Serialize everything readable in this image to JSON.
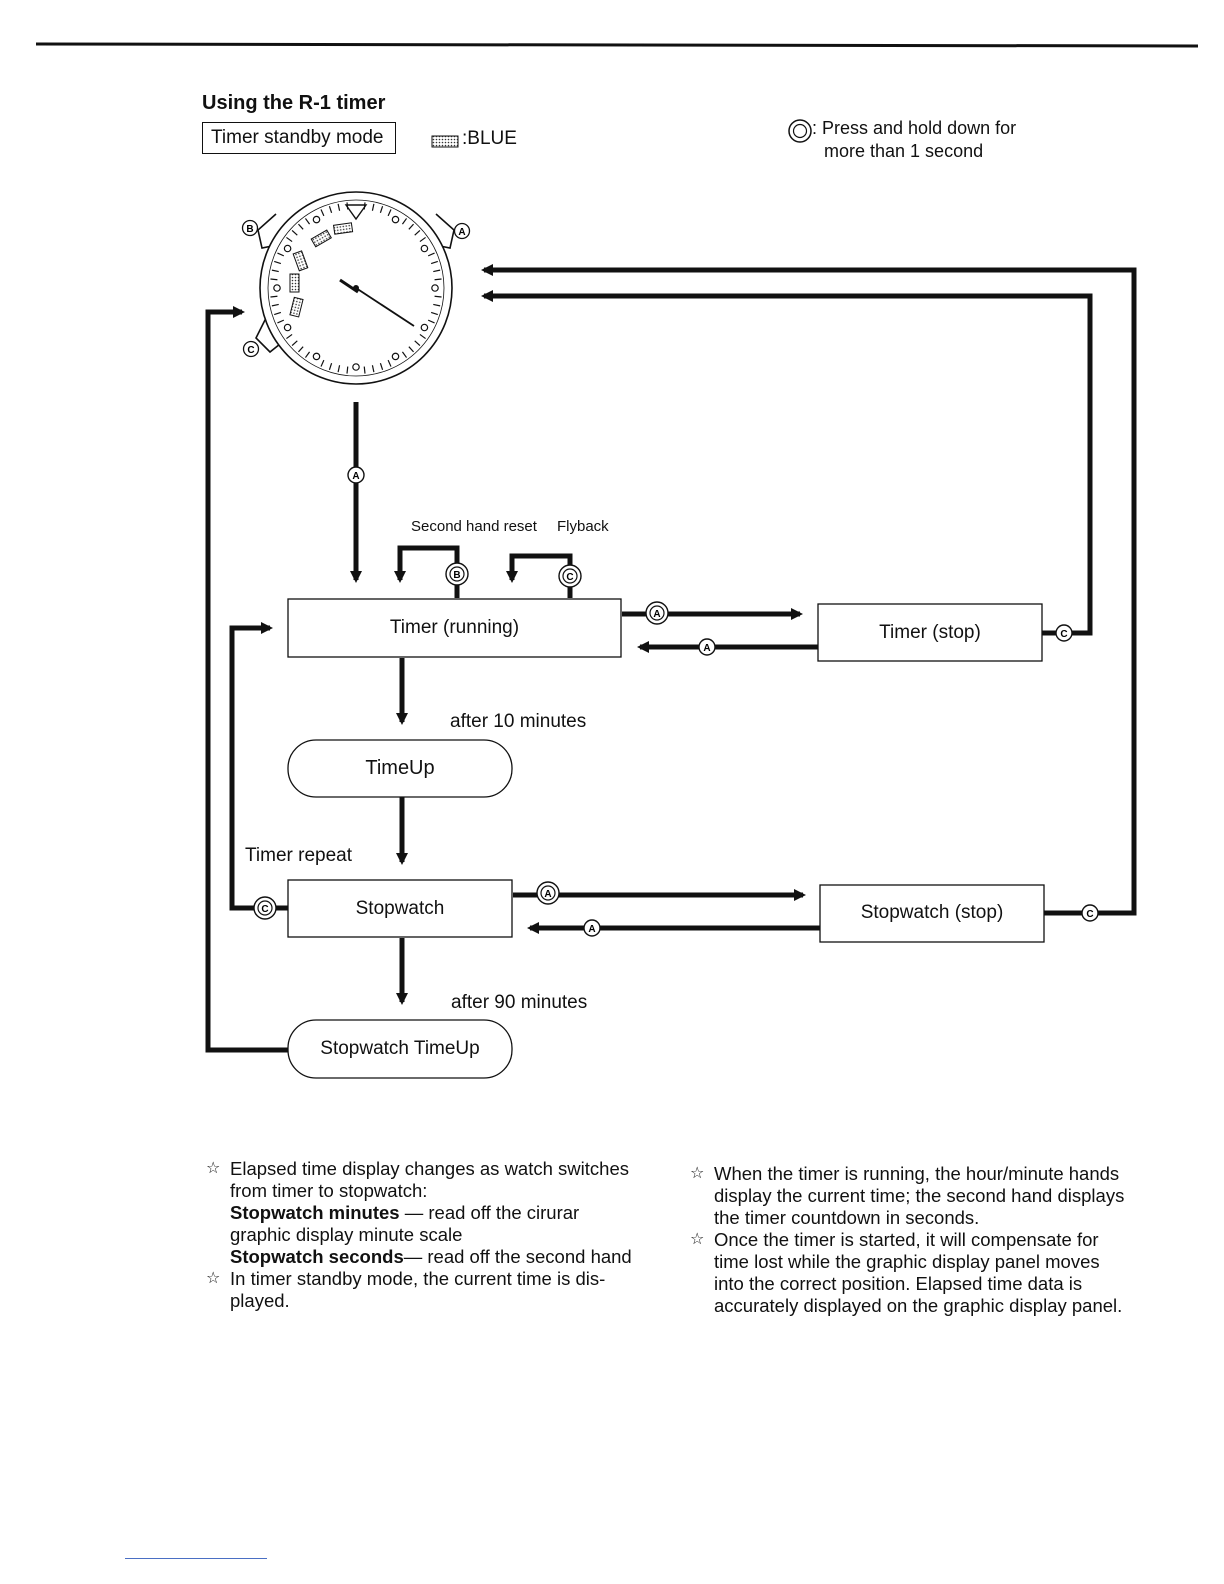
{
  "title": "Using the R-1 timer",
  "mode_label": "Timer standby mode",
  "legend": {
    "blue_label": ":BLUE",
    "press_symbol": "◎",
    "press_line1": ": Press and hold down for",
    "press_line2": "more than 1 second"
  },
  "buttons": {
    "a": "A",
    "b": "B",
    "c": "C"
  },
  "labels": {
    "second_hand_reset": "Second hand reset",
    "flyback": "Flyback",
    "after_10": "after 10 minutes",
    "after_90": "after 90 minutes",
    "timer_repeat": "Timer repeat"
  },
  "states": {
    "timer_running": "Timer (running)",
    "timer_stop": "Timer (stop)",
    "timeup": "TimeUp",
    "stopwatch": "Stopwatch",
    "stopwatch_stop": "Stopwatch (stop)",
    "stopwatch_timeup": "Stopwatch TimeUp"
  },
  "notes_left": {
    "n1_line1": "Elapsed time display changes as watch switches",
    "n1_line2": "from timer to stopwatch:",
    "sm_bold": "Stopwatch minutes",
    "sm_text": " — read off the cirurar",
    "sm_line2": "graphic display minute scale",
    "ss_bold": "Stopwatch seconds",
    "ss_text": "— read off the second hand",
    "n2_line1": "In timer standby mode, the current time is dis-",
    "n2_line2": "played."
  },
  "notes_right": {
    "n1_line1": "When the timer is running, the hour/minute hands",
    "n1_line2": "display the current time; the second hand displays",
    "n1_line3": "the timer countdown in seconds.",
    "n2_line1": "Once the timer is started, it will compensate for",
    "n2_line2": "time lost while the graphic display panel moves",
    "n2_line3": "into the correct position. Elapsed time data is",
    "n2_line4": "accurately displayed on the graphic display panel."
  },
  "note_bullet": "☆"
}
